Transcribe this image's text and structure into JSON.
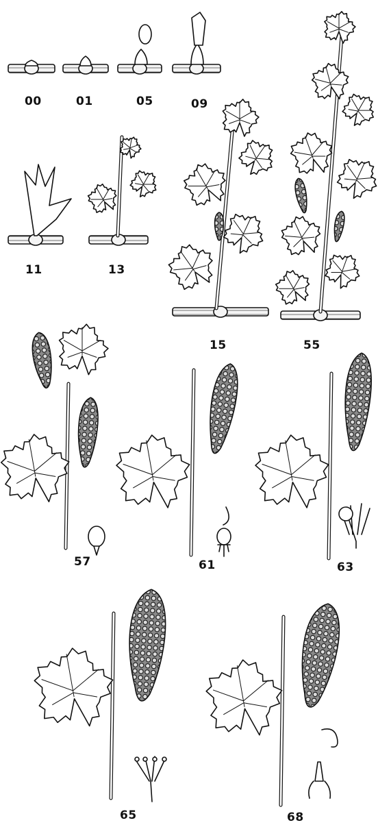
{
  "stages": [
    {
      "code": "00"
    },
    {
      "code": "01"
    },
    {
      "code": "05"
    },
    {
      "code": "09"
    },
    {
      "code": "11"
    },
    {
      "code": "13"
    },
    {
      "code": "15"
    },
    {
      "code": "55"
    },
    {
      "code": "57"
    },
    {
      "code": "61"
    },
    {
      "code": "63"
    },
    {
      "code": "65"
    },
    {
      "code": "68"
    }
  ]
}
